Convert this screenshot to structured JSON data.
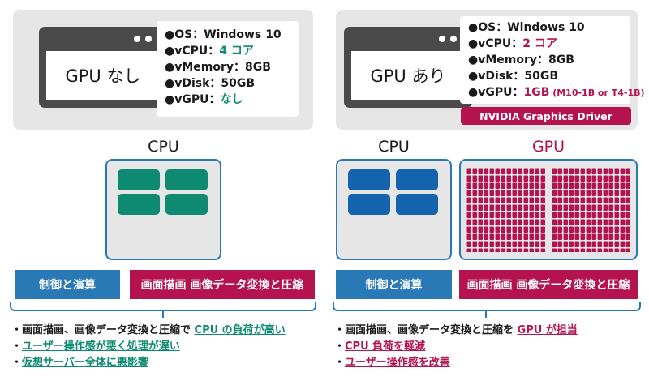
{
  "left": {
    "window_label": "GPU なし",
    "specs": [
      {
        "bullet": "●",
        "key": "OS：",
        "value": "Windows 10",
        "tone": "normal"
      },
      {
        "bullet": "●",
        "key": "vCPU：",
        "value": "4 コア",
        "tone": "teal"
      },
      {
        "bullet": "●",
        "key": "vMemory：",
        "value": "8GB",
        "tone": "normal"
      },
      {
        "bullet": "●",
        "key": "vDisk：",
        "value": "50GB",
        "tone": "normal"
      },
      {
        "bullet": "●",
        "key": "vGPU：",
        "value": "なし",
        "tone": "teal"
      }
    ],
    "cpu_title": "CPU",
    "label_control": "制御と演算",
    "label_graphics": "画面描画 画像データ変換と圧縮",
    "notes": [
      {
        "prefix": "・画面描画、画像データ変換と圧縮で ",
        "highlight": "CPU の負荷が高い"
      },
      {
        "prefix": "・",
        "highlight": "ユーザー操作感が悪く処理が遅い"
      },
      {
        "prefix": "・",
        "highlight": "仮想サーバー全体に悪影響"
      }
    ]
  },
  "right": {
    "window_label": "GPU あり",
    "specs": [
      {
        "bullet": "●",
        "key": "OS：",
        "value": "Windows 10",
        "tone": "normal"
      },
      {
        "bullet": "●",
        "key": "vCPU：",
        "value": "2 コア",
        "tone": "mag"
      },
      {
        "bullet": "●",
        "key": "vMemory：",
        "value": "8GB",
        "tone": "normal"
      },
      {
        "bullet": "●",
        "key": "vDisk：",
        "value": "50GB",
        "tone": "normal"
      },
      {
        "bullet": "●",
        "key": "vGPU：",
        "value": "1GB",
        "tone": "mag",
        "suffix": " (M10-1B or T4-1B)"
      }
    ],
    "driver_label": "NVIDIA Graphics Driver",
    "cpu_title": "CPU",
    "gpu_title": "GPU",
    "label_control": "制御と演算",
    "label_graphics": "画面描画 画像データ変換と圧縮",
    "notes": [
      {
        "prefix": "・画面描画、画像データ変換と圧縮を ",
        "highlight": "GPU が担当"
      },
      {
        "prefix": "・",
        "highlight": "CPU 負荷を軽減"
      },
      {
        "prefix": "・",
        "highlight": "ユーザー操作感を改善"
      }
    ]
  },
  "colors": {
    "blue": "#2a79b7",
    "teal": "#0e8a72",
    "magenta": "#b4134f",
    "core_blue": "#1463ad",
    "panel_gray": "#e6e6e6"
  }
}
